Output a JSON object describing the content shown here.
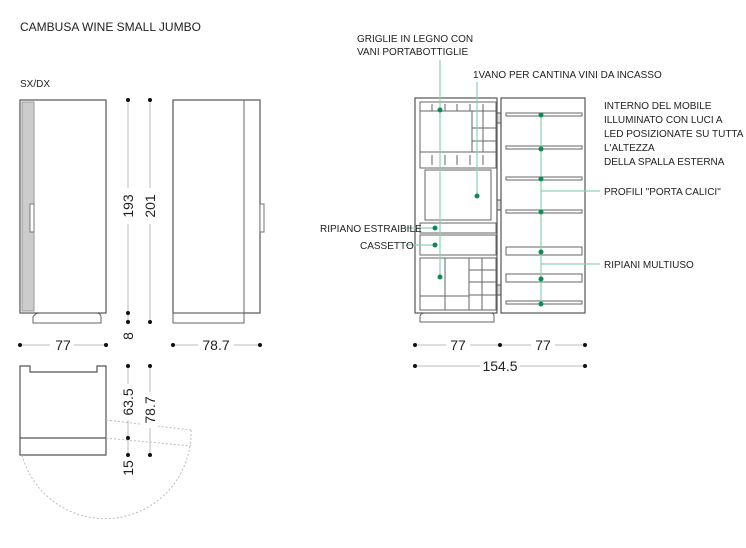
{
  "title": "CAMBUSA WINE SMALL JUMBO",
  "variant": "SX/DX",
  "dimensions": {
    "front_height_body": "193",
    "front_height_total": "201",
    "base_height": "8",
    "front_width": "77",
    "side_depth": "78.7",
    "plan_depth_body": "63.5",
    "plan_depth_total": "78.7",
    "plan_door": "15",
    "open_width_left": "77",
    "open_width_right": "77",
    "open_width_total": "154.5"
  },
  "labels": {
    "grilles_1": "GRIGLIE IN LEGNO CON",
    "grilles_2": "VANI PORTABOTTIGLIE",
    "wine_cellar": "1VANO PER CANTINA VINI DA INCASSO",
    "interior": [
      "INTERNO DEL MOBILE",
      "ILLUMINATO CON LUCI A",
      "LED POSIZIONATE SU TUTTA",
      "L'ALTEZZA",
      "DELLA SPALLA ESTERNA"
    ],
    "glass_profiles": "PROFILI \"PORTA CALICI\"",
    "pullout_shelf": "RIPIANO ESTRAIBILE",
    "drawer": "CASSETTO",
    "multi_shelves": "RIPIANI MULTIUSO"
  },
  "colors": {
    "accent": "#0f8a55",
    "leader": "#8fd0b4"
  }
}
